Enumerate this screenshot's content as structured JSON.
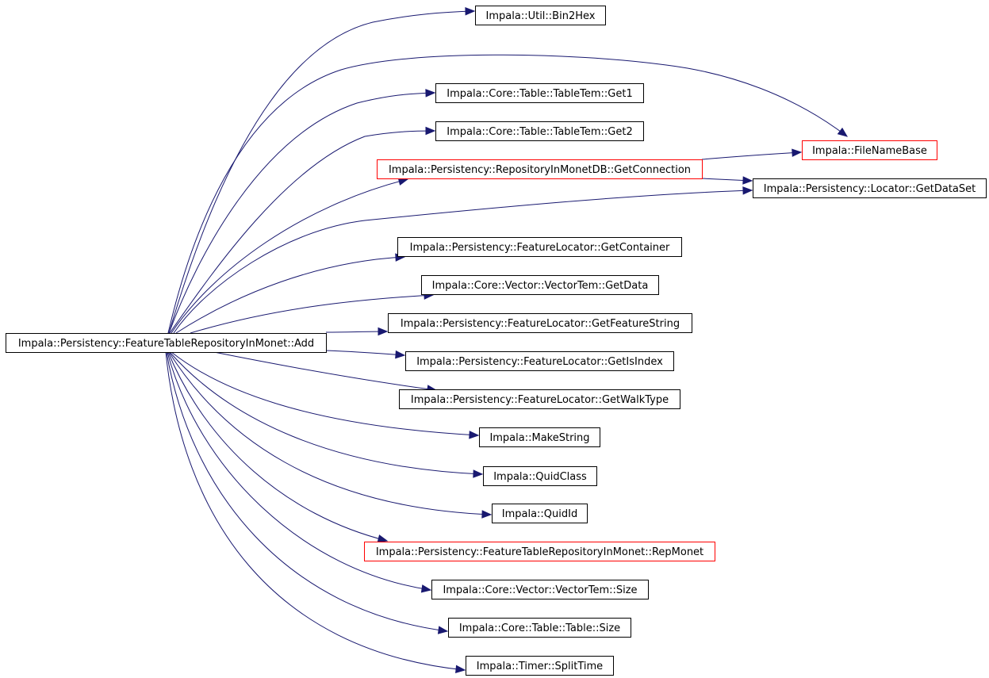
{
  "graph": {
    "edge_color": "#191970",
    "highlight_border_color": "#ff0000",
    "root": {
      "label": "Impala::Persistency::FeatureTableRepositoryInMonet::Add",
      "fill": "#bfbfbf"
    },
    "nodes": [
      {
        "id": "bin2hex",
        "label": "Impala::Util::Bin2Hex",
        "red": false
      },
      {
        "id": "filenamebase",
        "label": "Impala::FileNameBase",
        "red": true
      },
      {
        "id": "get1",
        "label": "Impala::Core::Table::TableTem::Get1",
        "red": false
      },
      {
        "id": "get2",
        "label": "Impala::Core::Table::TableTem::Get2",
        "red": false
      },
      {
        "id": "getconnection",
        "label": "Impala::Persistency::RepositoryInMonetDB::GetConnection",
        "red": true
      },
      {
        "id": "getdataset",
        "label": "Impala::Persistency::Locator::GetDataSet",
        "red": false
      },
      {
        "id": "getcontainer",
        "label": "Impala::Persistency::FeatureLocator::GetContainer",
        "red": false
      },
      {
        "id": "getdata",
        "label": "Impala::Core::Vector::VectorTem::GetData",
        "red": false
      },
      {
        "id": "getfeaturestr",
        "label": "Impala::Persistency::FeatureLocator::GetFeatureString",
        "red": false
      },
      {
        "id": "getisindex",
        "label": "Impala::Persistency::FeatureLocator::GetIsIndex",
        "red": false
      },
      {
        "id": "getwalktype",
        "label": "Impala::Persistency::FeatureLocator::GetWalkType",
        "red": false
      },
      {
        "id": "makestring",
        "label": "Impala::MakeString",
        "red": false
      },
      {
        "id": "quidclass",
        "label": "Impala::QuidClass",
        "red": false
      },
      {
        "id": "quidid",
        "label": "Impala::QuidId",
        "red": false
      },
      {
        "id": "repmonet",
        "label": "Impala::Persistency::FeatureTableRepositoryInMonet::RepMonet",
        "red": true
      },
      {
        "id": "vsize",
        "label": "Impala::Core::Vector::VectorTem::Size",
        "red": false
      },
      {
        "id": "tsize",
        "label": "Impala::Core::Table::Table::Size",
        "red": false
      },
      {
        "id": "splittime",
        "label": "Impala::Timer::SplitTime",
        "red": false
      }
    ],
    "edges": [
      {
        "from": "root",
        "to": "bin2hex"
      },
      {
        "from": "root",
        "to": "filenamebase"
      },
      {
        "from": "root",
        "to": "get1"
      },
      {
        "from": "root",
        "to": "get2"
      },
      {
        "from": "root",
        "to": "getconnection"
      },
      {
        "from": "root",
        "to": "getdataset"
      },
      {
        "from": "root",
        "to": "getcontainer"
      },
      {
        "from": "root",
        "to": "getdata"
      },
      {
        "from": "root",
        "to": "getfeaturestr"
      },
      {
        "from": "root",
        "to": "getisindex"
      },
      {
        "from": "root",
        "to": "getwalktype"
      },
      {
        "from": "root",
        "to": "makestring"
      },
      {
        "from": "root",
        "to": "quidclass"
      },
      {
        "from": "root",
        "to": "quidid"
      },
      {
        "from": "root",
        "to": "repmonet"
      },
      {
        "from": "root",
        "to": "vsize"
      },
      {
        "from": "root",
        "to": "tsize"
      },
      {
        "from": "root",
        "to": "splittime"
      },
      {
        "from": "getconnection",
        "to": "filenamebase"
      },
      {
        "from": "getconnection",
        "to": "getdataset"
      }
    ]
  }
}
